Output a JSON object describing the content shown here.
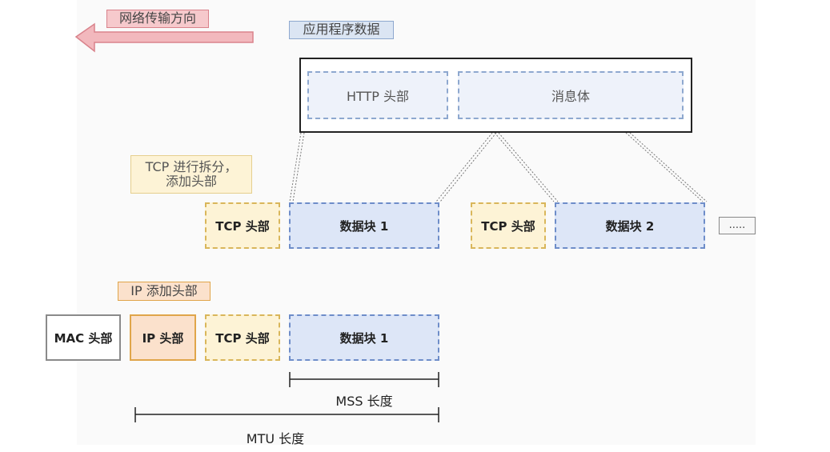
{
  "colors": {
    "arrow": "#f2b8bd",
    "tcp_fill": "#fdf3d6",
    "data_fill": "#dde6f7",
    "ip_fill": "#fbe1cc",
    "mac_fill": "#ffffff"
  },
  "network_direction": {
    "label": "网络传输方向"
  },
  "app_data": {
    "label": "应用程序数据",
    "http_header": "HTTP 头部",
    "message_body": "消息体"
  },
  "tcp_split": {
    "label_line1": "TCP 进行拆分，",
    "label_line2": "添加头部",
    "segment1": {
      "tcp_header": "TCP 头部",
      "chunk": "数据块 1"
    },
    "segment2": {
      "tcp_header": "TCP 头部",
      "chunk": "数据块 2"
    },
    "more": "....."
  },
  "ip_layer": {
    "label": "IP 添加头部",
    "mac_header": "MAC 头部",
    "ip_header": "IP 头部",
    "tcp_header": "TCP 头部",
    "chunk": "数据块 1"
  },
  "measurements": {
    "mss": "MSS 长度",
    "mtu": "MTU 长度"
  }
}
